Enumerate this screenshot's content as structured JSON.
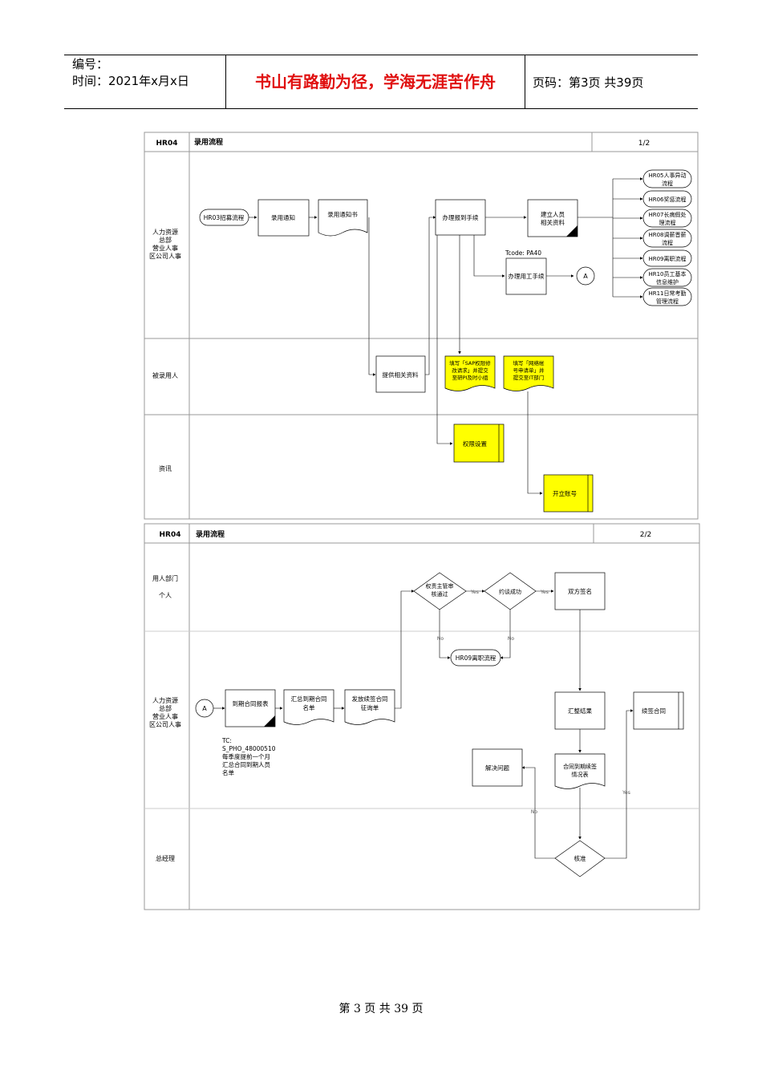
{
  "header": {
    "number_label": "编号：",
    "date_label": "时间：2021年x月x日",
    "motto": "书山有路勤为径，学海无涯苦作舟",
    "page_label": "页码：第3页  共39页"
  },
  "flow1": {
    "code": "HR04",
    "title": "录用流程",
    "page": "1/2",
    "lanes": {
      "hr": [
        "人力资源",
        "总部",
        "营业人事",
        "区公司人事"
      ],
      "hired": "被录用人",
      "it": "资讯"
    },
    "nodes": {
      "start": "HR03招募流程",
      "notice": "录用通知",
      "notice_doc": "录用通知书",
      "report": "办理报到手续",
      "build": [
        "建立人员",
        "相关资料"
      ],
      "tcode": "Tcode: PA40",
      "badge": [
        "办理用工手续"
      ],
      "connector": "A",
      "provide": "提供相关资料",
      "sap_form": [
        "填写「SAP权限修",
        "改请求」并提交",
        "至研PI及时小组"
      ],
      "net_form": [
        "填写「网络帐",
        "号申请单」并",
        "提交至IT部门"
      ],
      "perm": "权限设置",
      "account": "开立账号"
    },
    "outputs": [
      [
        "HR05人事异动",
        "流程"
      ],
      [
        "HR06奖惩流程"
      ],
      [
        "HR07长病假处",
        "理流程"
      ],
      [
        "HR08调薪晋薪",
        "流程"
      ],
      [
        "HR09离职流程"
      ],
      [
        "HR10员工基本",
        "信息维护"
      ],
      [
        "HR11日常考勤",
        "管理流程"
      ]
    ]
  },
  "flow2": {
    "code": "HR04",
    "title": "录用流程",
    "page": "2/2",
    "lanes": {
      "dept": [
        "用人部门",
        "个人"
      ],
      "hr": [
        "人力资源",
        "总部",
        "营业人事",
        "区公司人事"
      ],
      "gm": "总经理"
    },
    "nodes": {
      "connector": "A",
      "report": "到期合同报表",
      "collect": [
        "汇总到期合同",
        "名单"
      ],
      "send": [
        "发放续签合同",
        "征询单"
      ],
      "approve": [
        "权责主管审",
        "核通过"
      ],
      "negotiate": "约谈成功",
      "sign": "双方签名",
      "quit": "HR09离职流程",
      "summary": "汇整结果",
      "renew": "续签合同",
      "resolve": "解决问题",
      "status": [
        "合同到期续签",
        "情况表"
      ],
      "confirm": "核准",
      "tc_note": [
        "TC:",
        "S_PHO_48000510",
        "每季度提前一个月",
        "汇总合同到期人员",
        "名单"
      ]
    },
    "labels": {
      "yes": "Yes",
      "no": "No"
    }
  },
  "footer": {
    "text": "第 3 页  共 39 页"
  },
  "colors": {
    "motto": "#e01010",
    "highlight": "#ffff00",
    "line": "#000000",
    "lane": "#bbbbbb"
  }
}
